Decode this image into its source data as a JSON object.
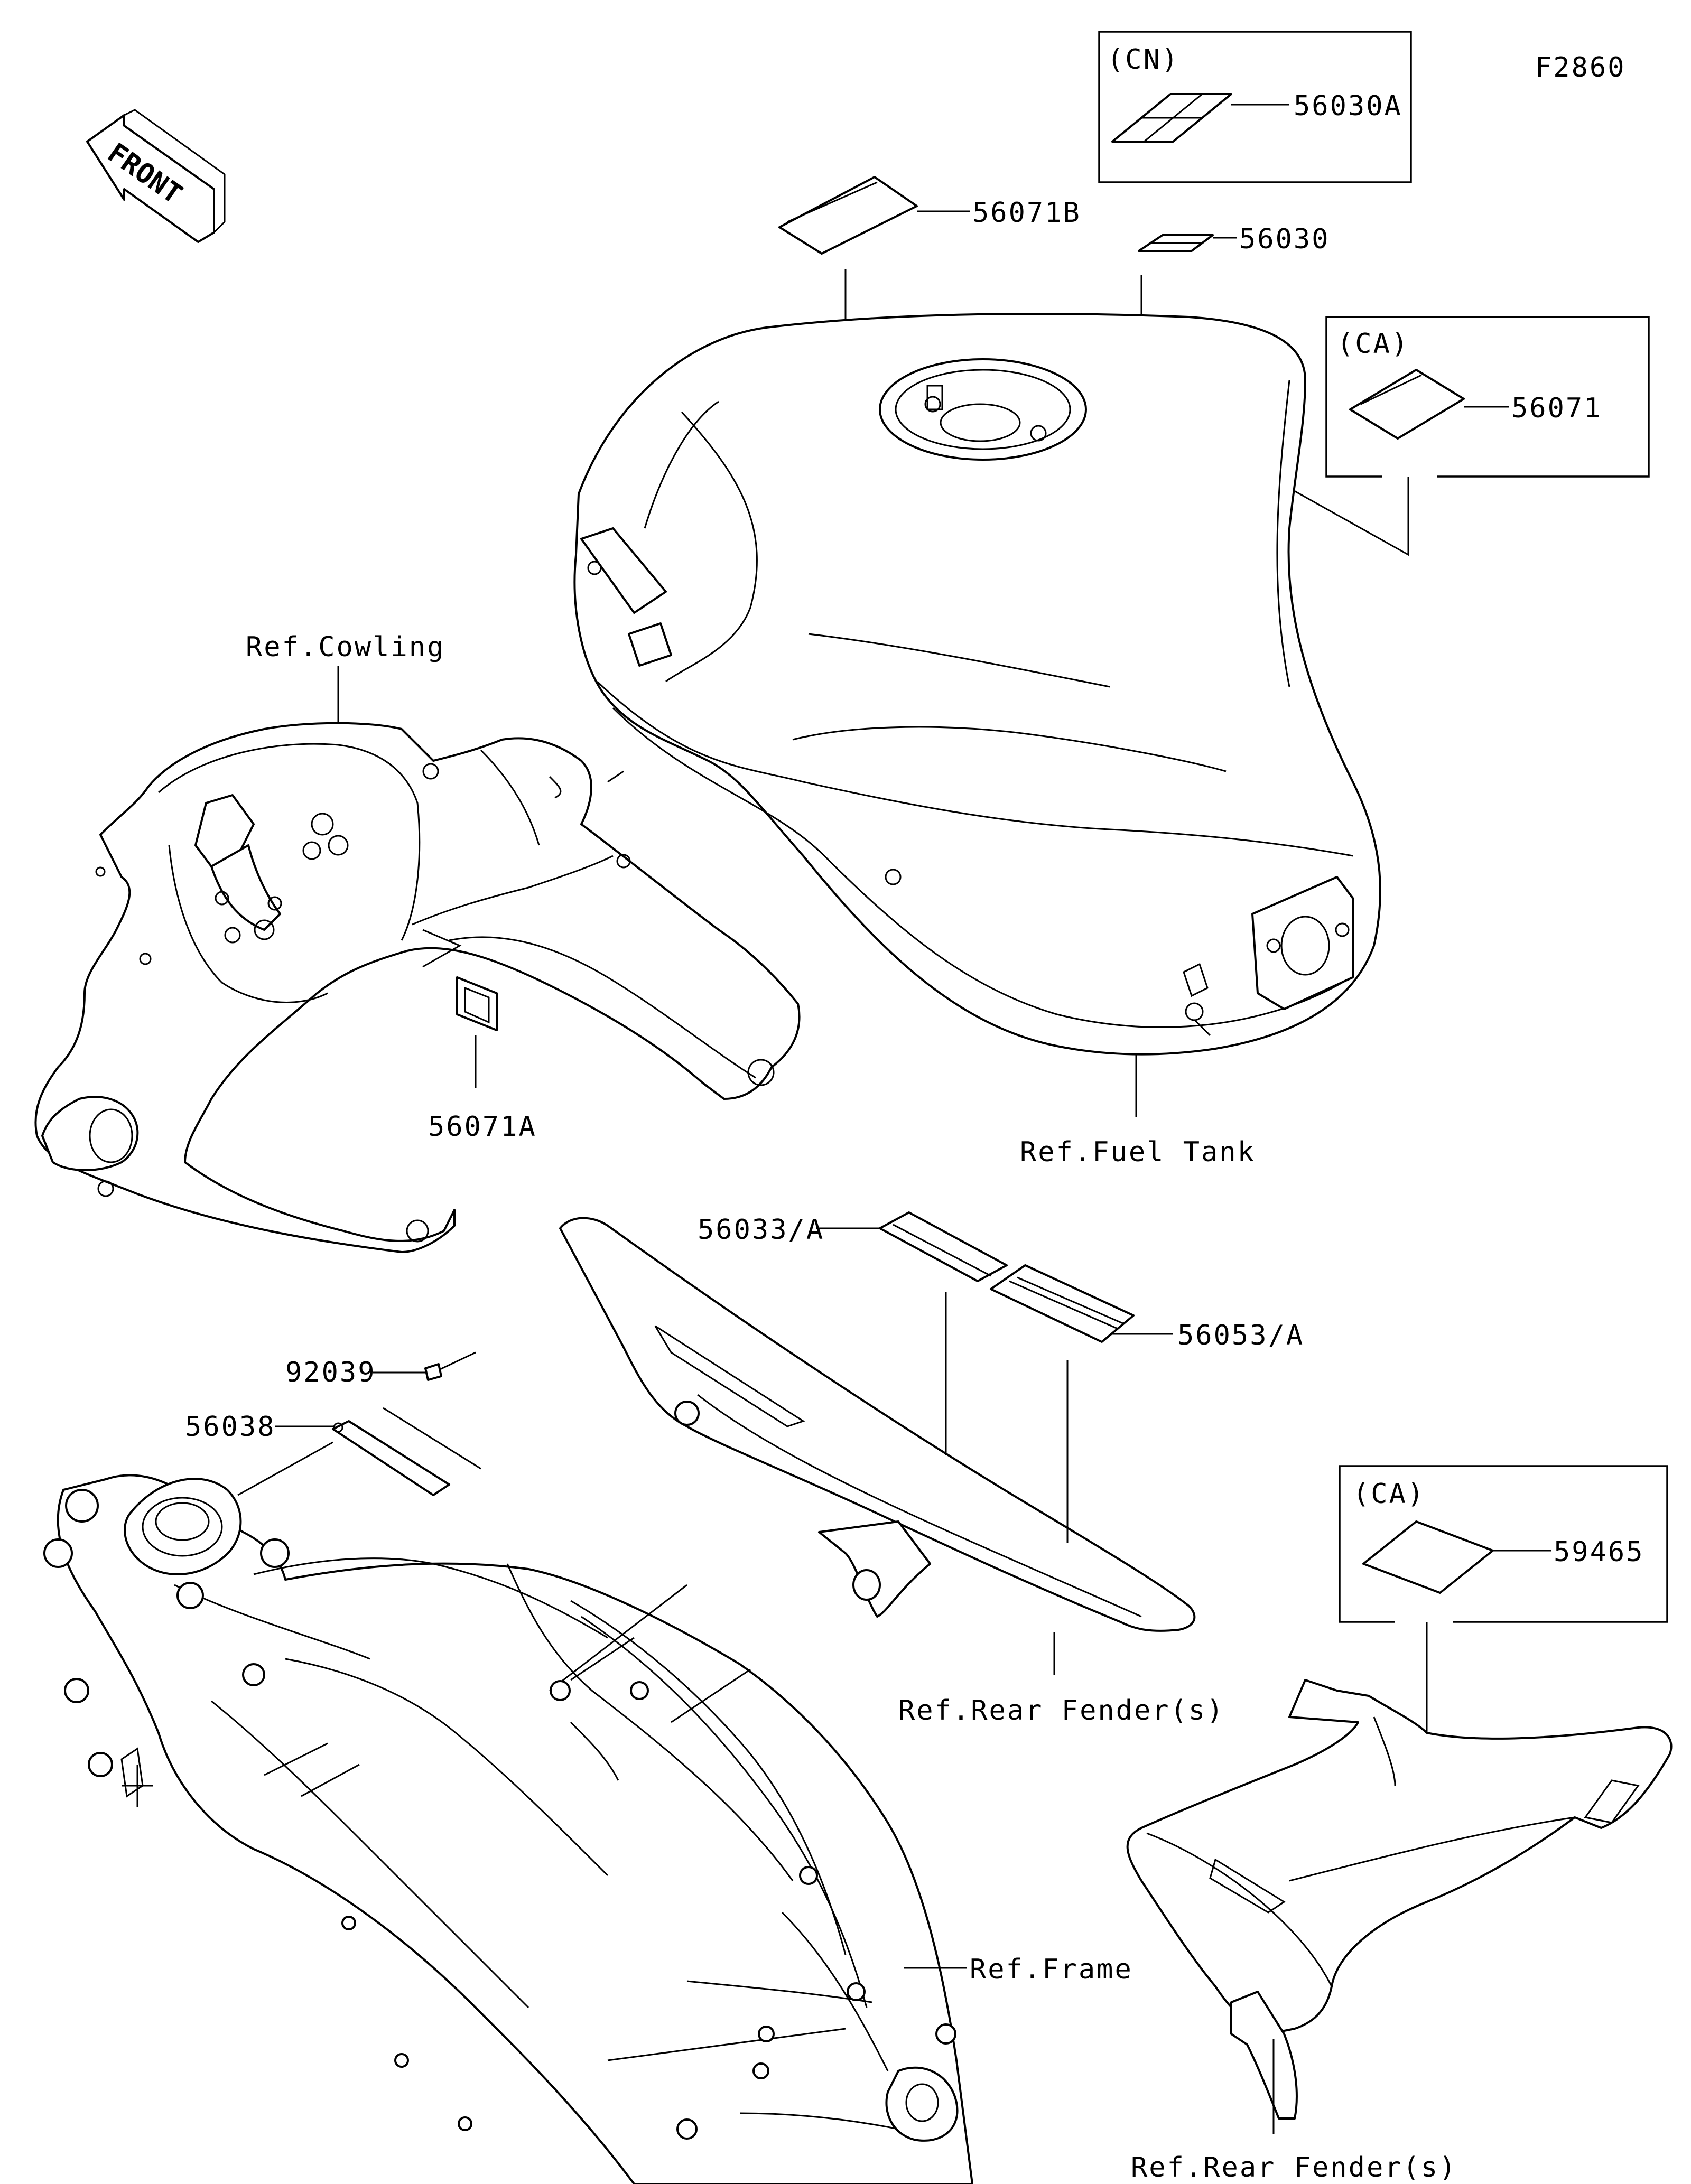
{
  "figure_code": "F2860",
  "front_arrow": {
    "text": "FRONT",
    "icon": "front-arrow-icon"
  },
  "callouts": {
    "p56030A": "56030A",
    "p56071B": "56071B",
    "p56030": "56030",
    "p56071": "56071",
    "p56071A": "56071A",
    "p56033A": "56033/A",
    "p56053A": "56053/A",
    "p92039": "92039",
    "p56038": "56038",
    "p59465": "59465"
  },
  "region_tags": {
    "cn": "(CN)",
    "ca_top": "(CA)",
    "ca_bottom": "(CA)"
  },
  "references": {
    "cowling": "Ref.Cowling",
    "fuel_tank": "Ref.Fuel Tank",
    "rear_fender_chain": "Ref.Rear Fender(s)",
    "frame": "Ref.Frame",
    "rear_fender_bottom": "Ref.Rear Fender(s)"
  }
}
